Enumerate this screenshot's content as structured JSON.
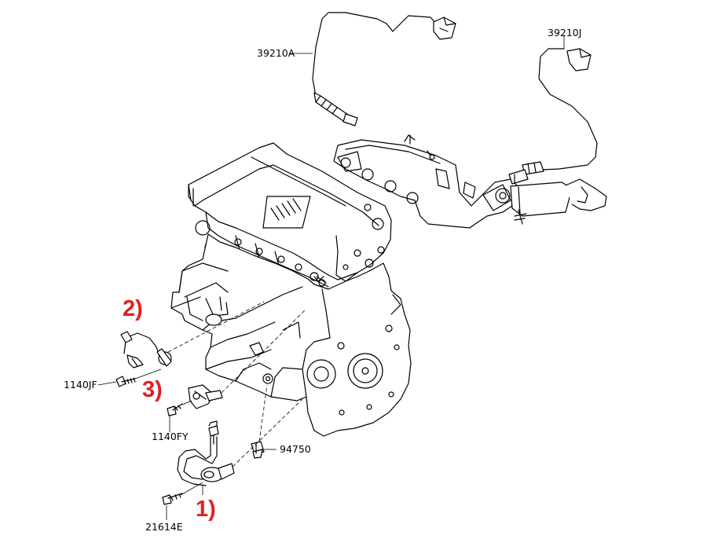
{
  "parts": {
    "front_o2_sensor": "39210A",
    "rear_o2_sensor": "39210J",
    "knock_sensor_bolt": "1140JF",
    "cmp_sensor_bolt": "1140FY",
    "oil_pressure_switch": "94750",
    "ckp_sensor_bolt": "21614E"
  },
  "callouts": {
    "one": "1)",
    "two": "2)",
    "three": "3)"
  },
  "colors": {
    "line": "#000000",
    "callout": "#e02020",
    "background": "#ffffff"
  }
}
